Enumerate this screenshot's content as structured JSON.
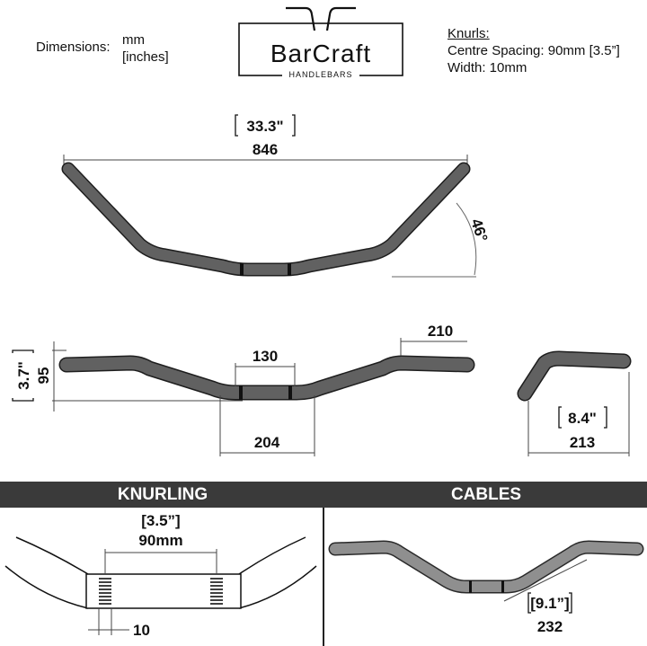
{
  "header": {
    "dimensions_label": "Dimensions:",
    "units_mm": "mm",
    "units_inches": "[inches]",
    "knurls_title": "Knurls:",
    "knurls_spacing": "Centre Spacing: 90mm [3.5”]",
    "knurls_width": "Width: 10mm"
  },
  "logo": {
    "brand": "BarCraft",
    "tagline": "HANDLEBARS"
  },
  "top_view": {
    "width_in": "33.3\"",
    "width_mm": "846",
    "angle": "46°"
  },
  "front_view": {
    "rise_in": "3.7\"",
    "rise_mm": "95",
    "center_mm": "130",
    "grip_mm": "210",
    "span_mm": "204"
  },
  "side_view": {
    "pullback_in": "8.4\"",
    "pullback_mm": "213"
  },
  "sections": {
    "knurling": "KNURLING",
    "cables": "CABLES"
  },
  "knurling_detail": {
    "spacing_in": "[3.5”]",
    "spacing_mm": "90mm",
    "width_mm": "10"
  },
  "cables_detail": {
    "length_in": "[9.1”]",
    "length_mm": "232"
  },
  "colors": {
    "bar_fill": "#5f5f5f",
    "bar_stroke": "#1e1e1e",
    "band": "#3a3a3a",
    "cable_bar": "#8f8f8f"
  }
}
